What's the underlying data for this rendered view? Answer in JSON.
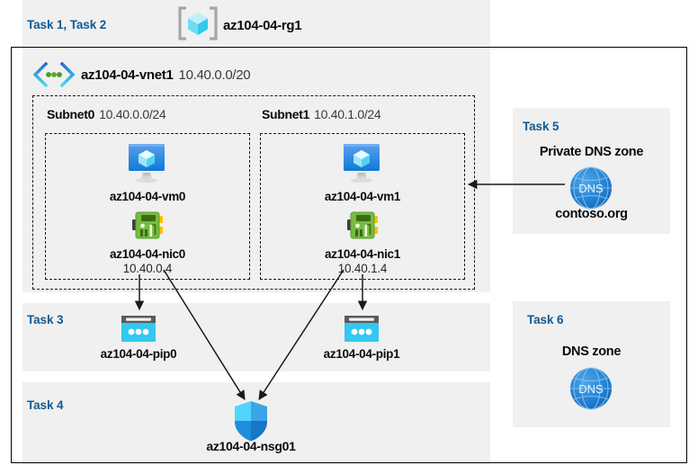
{
  "diagram": {
    "title_region": {
      "task_label": "Task 1, Task 2",
      "resource_group": {
        "name": "az104-04-rg1",
        "icon": "resource-group-icon"
      }
    },
    "vnet": {
      "icon": "virtual-network-icon",
      "name": "az104-04-vnet1",
      "cidr": "10.40.0.0/20"
    },
    "subnets": [
      {
        "label": "Subnet0",
        "cidr": "10.40.0.0/24",
        "vm": {
          "name": "az104-04-vm0",
          "icon": "virtual-machine-icon"
        },
        "nic": {
          "name": "az104-04-nic0",
          "ip": "10.40.0.4",
          "icon": "network-interface-icon"
        }
      },
      {
        "label": "Subnet1",
        "cidr": "10.40.1.0/24",
        "vm": {
          "name": "az104-04-vm1",
          "icon": "virtual-machine-icon"
        },
        "nic": {
          "name": "az104-04-nic1",
          "ip": "10.40.1.4",
          "icon": "network-interface-icon"
        }
      }
    ],
    "public_ips": {
      "task_label": "Task 3",
      "items": [
        {
          "name": "az104-04-pip0",
          "icon": "public-ip-address-icon"
        },
        {
          "name": "az104-04-pip1",
          "icon": "public-ip-address-icon"
        }
      ]
    },
    "nsg": {
      "task_label": "Task 4",
      "name": "az104-04-nsg01",
      "icon": "network-security-group-icon"
    },
    "private_dns": {
      "task_label": "Task 5",
      "heading": "Private DNS zone",
      "name": "contoso.org",
      "icon": "dns-zone-icon",
      "icon_text": "DNS"
    },
    "public_dns": {
      "task_label": "Task 6",
      "heading": "DNS zone",
      "icon": "dns-zone-icon",
      "icon_text": "DNS"
    },
    "colors": {
      "task_text": "#115a93",
      "panel_bg": "#f0f0f0",
      "page_bg": "#ffffff",
      "border": "#000000",
      "dashed_border": "#1a1a1a",
      "azure_blue": "#0078d4",
      "cyan": "#32c8f0",
      "nic_green": "#7cb342",
      "dns_blue": "#1f7fd4"
    }
  }
}
